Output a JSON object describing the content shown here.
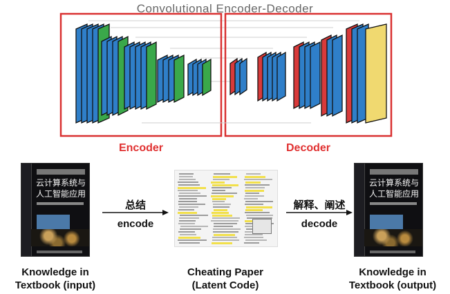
{
  "network": {
    "title": "Convolutional Encoder-Decoder",
    "encoder_label": "Encoder",
    "decoder_label": "Decoder",
    "colors": {
      "encoder_block": "#3aa84a",
      "encoder_slice": "#2f7fc9",
      "decoder_red": "#d83a3a",
      "decoder_blue": "#2f7fc9",
      "decoder_yellow": "#f0d970",
      "highlight_box": "#d93030"
    }
  },
  "book_cover": {
    "cn_title": "云计算系统与人工智能应用",
    "icon": "book-cover-image"
  },
  "arrows": {
    "encode_cn": "总结",
    "encode_en": "encode",
    "decode_cn": "解释、阐述",
    "decode_en": "decode"
  },
  "captions": {
    "input_line1": "Knowledge in",
    "input_line2": "Textbook (input)",
    "latent_line1": "Cheating Paper",
    "latent_line2": "(Latent Code)",
    "output_line1": "Knowledge in",
    "output_line2": "Textbook (output)"
  }
}
